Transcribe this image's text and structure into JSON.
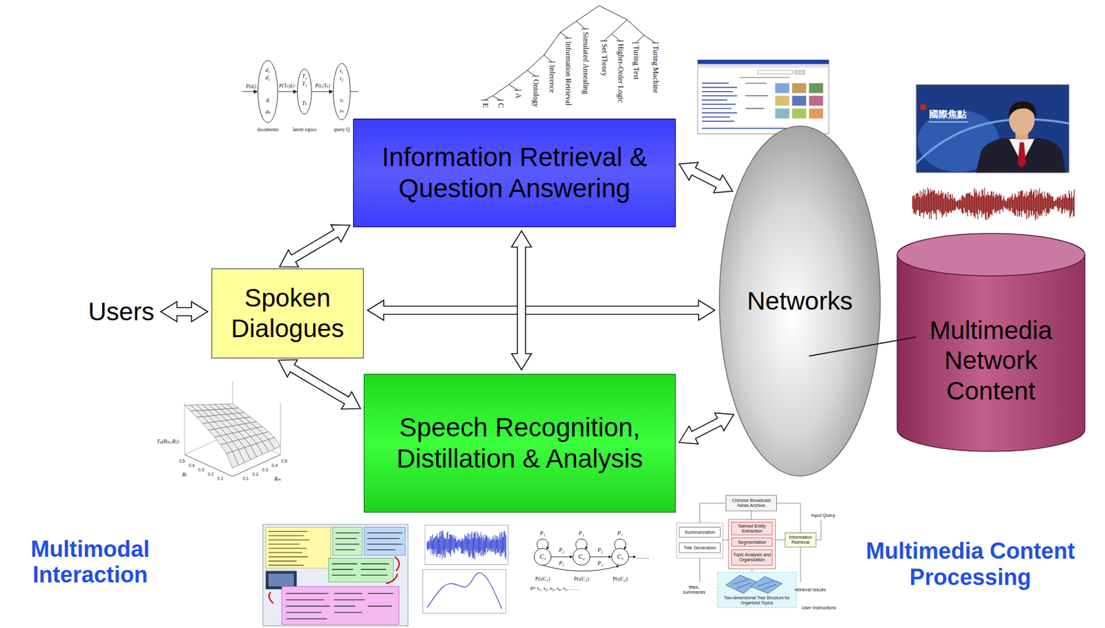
{
  "diagram": {
    "nodes": [
      {
        "text": [
          "Users"
        ]
      },
      {
        "text": [
          "Spoken Dialogues"
        ]
      },
      {
        "text": [
          "Information Retrieval & Question Answering"
        ]
      },
      {
        "text": [
          "Speech Recognition, Distillation & Analysis"
        ]
      },
      {
        "text": [
          "Networks"
        ]
      },
      {
        "text": [
          "Multimedia Network Content"
        ]
      }
    ],
    "edges": [
      {
        "from": 0,
        "to": 1,
        "arrow": "both"
      },
      {
        "from": 1,
        "to": 2,
        "arrow": "both"
      },
      {
        "from": 1,
        "to": 3,
        "arrow": "both"
      },
      {
        "from": 1,
        "to": 4,
        "arrow": "both"
      },
      {
        "from": 2,
        "to": 3,
        "arrow": "both"
      },
      {
        "from": 2,
        "to": 4,
        "arrow": "both"
      },
      {
        "from": 3,
        "to": 4,
        "arrow": "both"
      },
      {
        "from": 4,
        "to": 5,
        "arrow": "none"
      }
    ],
    "labels": [
      "Multimodal Interaction",
      "Multimedia Content Processing",
      "E",
      "C",
      "A",
      "Ontology",
      "Inference",
      "Information Retrieval",
      "Simulated Annealing",
      "Set Theory",
      "Higher-Order Logic",
      "Turing Test",
      "Turing Machine",
      "d₁",
      "d₂",
      "dᵢ",
      "dₙ",
      "T₁",
      "T₂",
      "Tₖ",
      "t₁",
      "t₂",
      "tⱼ",
      "tₙ",
      "P(dᵢ)",
      "P(Tₖ|dᵢ)",
      "P(tⱼ|Tₖ)",
      "documents",
      "latent topics",
      "query Q",
      "國際焦點",
      "Tₛ(Rₘ,Rₗ)",
      "Rₗ",
      "Rₘ",
      "0.1",
      "0.2",
      "0.3",
      "0.4",
      "0.5",
      "0.1",
      "0.2",
      "0.3",
      "0.4",
      "0.5",
      "P₁",
      "P₁",
      "P₁",
      "P₂",
      "P₂",
      "P₂",
      "P₂",
      "C₁",
      "C₂",
      "C₃",
      "……",
      "P(s|C₁)",
      "P(s|C₂)",
      "P(s|C₃)",
      "d= s₁, s₂, s₃, s₄, s₅, ……",
      "Chinese Broadcast News Archive",
      "Named Entity Extraction",
      "Segmentation",
      "Topic Analysis and Organization",
      "Summarization",
      "Title Generation",
      "Information Retrieval",
      "Input Query",
      "titles, summaries",
      "retrieval results",
      "User Instructions",
      "Two-dimensional Tree Structure for Organized Topics"
    ]
  }
}
